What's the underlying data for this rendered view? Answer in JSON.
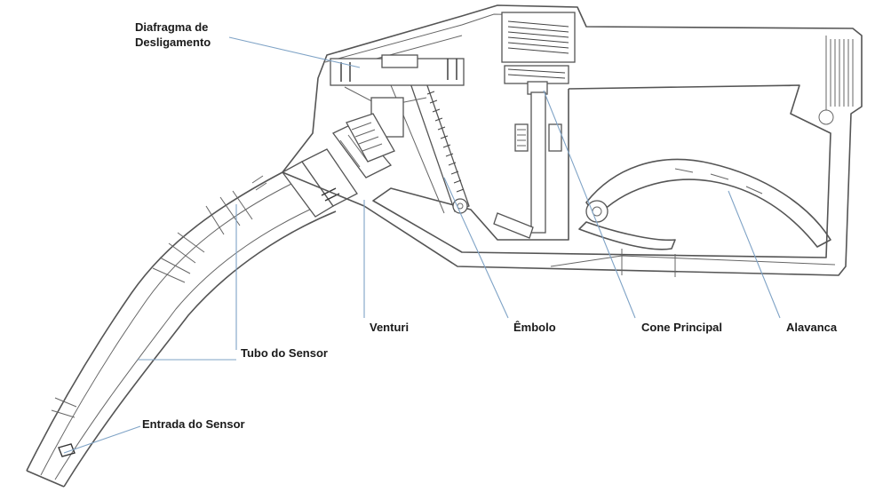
{
  "labels": {
    "diafragma_line1": "Diafragma de",
    "diafragma_line2": "Desligamento",
    "venturi": "Venturi",
    "embolo": "Êmbolo",
    "cone_principal": "Cone Principal",
    "alavanca": "Alavanca",
    "tubo_do_sensor": "Tubo do Sensor",
    "entrada_do_sensor": "Entrada do Sensor"
  },
  "colors": {
    "outline": "#555555",
    "leader_line": "#7fa3c6",
    "label_text": "#1a1a1a",
    "background": "#ffffff"
  }
}
